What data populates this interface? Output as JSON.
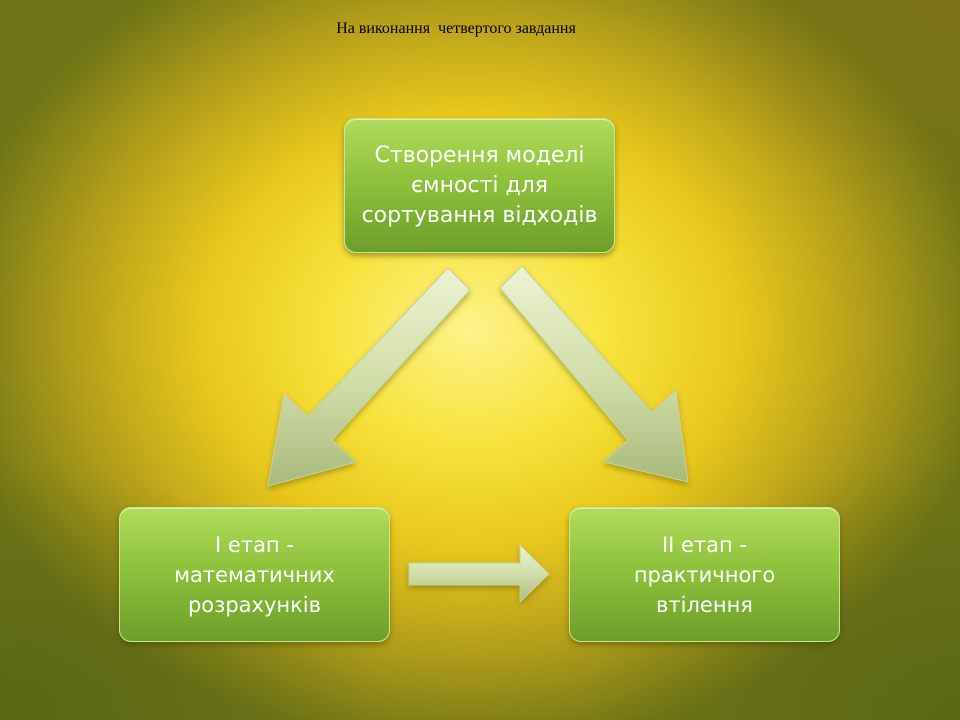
{
  "slide": {
    "title": "На виконання  четвертого завдання"
  },
  "diagram": {
    "top_box": "Створення моделі\nємності для\nсортування відходів",
    "left_box": "І етап  -\nматематичних\nрозрахунків",
    "right_box": "ІІ етап  -\nпрактичного\nвтілення"
  },
  "colors": {
    "box_green": "#8fc23c",
    "arrow_fill": "#d9e6b4",
    "background_center": "#fdf38a",
    "background_edge": "#6f7516"
  }
}
